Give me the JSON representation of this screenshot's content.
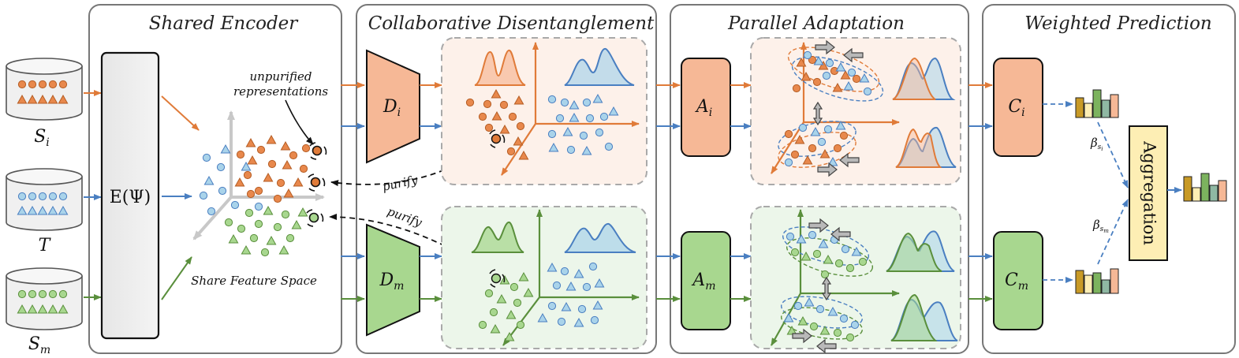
{
  "panels": {
    "shared_encoder": "Shared Encoder",
    "collab_disentangle": "Collaborative Disentanglement",
    "parallel_adaptation": "Parallel Adaptation",
    "weighted_prediction": "Weighted Prediction"
  },
  "domains": {
    "source_i": "S",
    "source_i_sub": "i",
    "target": "T",
    "source_m": "S",
    "source_m_sub": "m"
  },
  "encoder": {
    "label": "E(Ψ)"
  },
  "feature_space": {
    "caption": "Share Feature Space",
    "unpurified_line1": "unpurified",
    "unpurified_line2": "representations",
    "purify_1": "purify",
    "purify_2": "purify"
  },
  "modules": {
    "D_i": "D",
    "D_i_sub": "i",
    "D_m": "D",
    "D_m_sub": "m",
    "A_i": "A",
    "A_i_sub": "i",
    "A_m": "A",
    "A_m_sub": "m",
    "C_i": "C",
    "C_i_sub": "i",
    "C_m": "C",
    "C_m_sub": "m"
  },
  "prediction": {
    "aggregation": "Aggregation",
    "beta_i": "β",
    "beta_i_sub": "s",
    "beta_i_subsub": "i",
    "beta_m": "β",
    "beta_m_sub": "s",
    "beta_m_subsub": "m"
  },
  "colors": {
    "orange": "#e07b39",
    "orange_fill": "#f6b896",
    "blue": "#4a7fc1",
    "blue_fill": "#a9d3ea",
    "green": "#5a8f3c",
    "green_fill": "#a8d78f",
    "orange_bg": "#fdf1ea",
    "green_bg": "#ecf6ea",
    "panel_border": "#777777",
    "aggregation_fill": "#fdeeb4"
  }
}
